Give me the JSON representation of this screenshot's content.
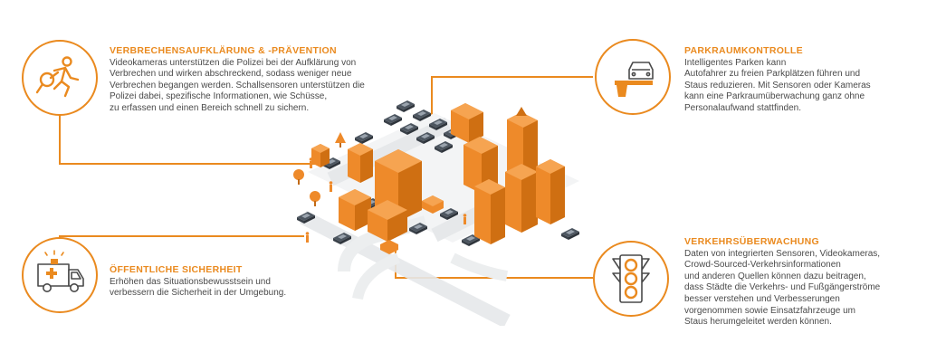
{
  "colors": {
    "accent": "#ea8a1f",
    "text": "#4a4a4a",
    "building": "#ee8a2a",
    "car": "#6d7680",
    "road": "#e9ebec"
  },
  "sections": {
    "crime": {
      "icon": "running-thief-magnifier-icon",
      "title": "VERBRECHENSAUFKLÄRUNG & -PRÄVENTION",
      "body": "Videokameras unterstützen die Polizei bei der Aufklärung von\nVerbrechen und wirken abschreckend, sodass weniger neue\nVerbrechen begangen werden. Schallsensoren unterstützen die\nPolizei dabei, spezifische Informationen, wie Schüsse,\nzu erfassen und einen Bereich schnell zu sichern."
    },
    "parking": {
      "icon": "parking-barrier-car-icon",
      "title": "PARKRAUMKONTROLLE",
      "body": "Intelligentes Parken kann\nAutofahrer zu freien Parkplätzen führen und\nStaus reduzieren. Mit Sensoren oder Kameras\nkann eine Parkraumüberwachung ganz ohne\nPersonalaufwand stattfinden."
    },
    "safety": {
      "icon": "ambulance-icon",
      "title": "ÖFFENTLICHE SICHERHEIT",
      "body": "Erhöhen das Situationsbewusstsein und\nverbessern die Sicherheit in der Umgebung."
    },
    "traffic": {
      "icon": "traffic-light-icon",
      "title": "VERKEHRSÜBERWACHUNG",
      "body": "Daten von integrierten Sensoren, Videokameras,\nCrowd-Sourced-Verkehrsinformationen\nund anderen Quellen können dazu beitragen,\ndass Städte die Verkehrs- und Fußgängerströme\nbesser verstehen und Verbesserungen\nvorgenommen sowie Einsatzfahrzeuge um\nStaus herumgeleitet werden können."
    }
  }
}
